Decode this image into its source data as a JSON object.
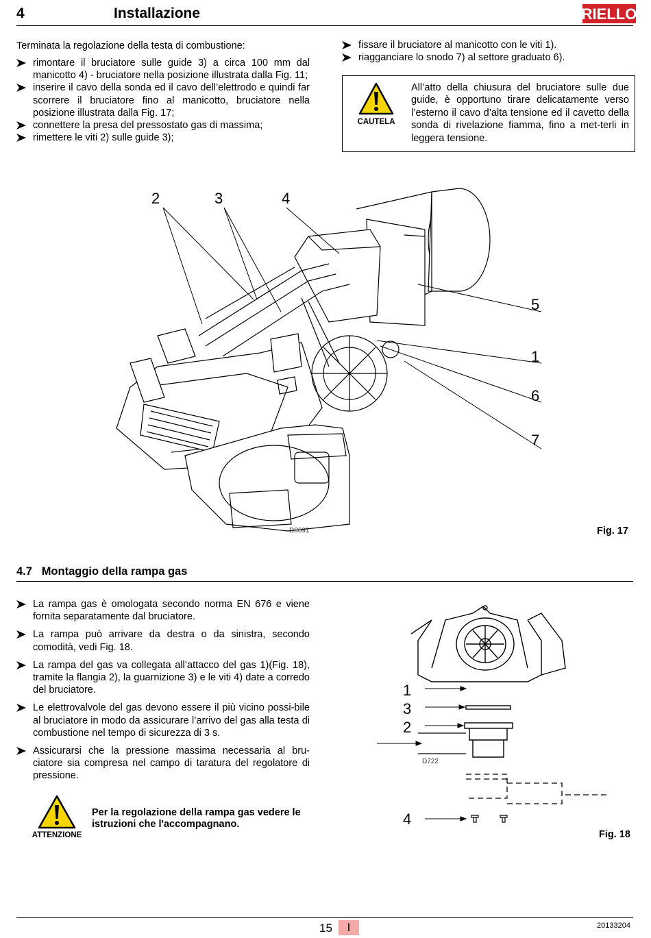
{
  "header": {
    "section_number": "4",
    "section_title": "Installazione",
    "brand_logo_text": "RIELLO"
  },
  "col_left": {
    "intro": "Terminata la regolazione della testa di combustione:",
    "bullets": [
      "rimontare il bruciatore sulle guide 3) a circa 100 mm dal manicotto 4) - bruciatore nella posizione illustrata dalla Fig. 11;",
      "inserire il cavo della sonda ed il cavo dell’elettrodo e quindi far scorrere il bruciatore fino al manicotto, bruciatore nella posizione illustrata dalla Fig. 17;",
      "connettere la presa del pressostato gas di massima;",
      "rimettere le viti 2) sulle guide 3);"
    ]
  },
  "col_right": {
    "bullets": [
      "fissare il bruciatore al manicotto con le viti 1).",
      "riagganciare lo snodo 7) al settore graduato 6)."
    ],
    "caution": {
      "label": "CAUTELA",
      "text": "All’atto della chiusura del bruciatore sulle due guide, è opportuno tirare delicatamente verso l’esterno il cavo d’alta tensione ed il cavetto della sonda di rivelazione fiamma, fino a met-terli in leggera tensione."
    }
  },
  "figure17": {
    "callouts": {
      "c2": "2",
      "c3": "3",
      "c4": "4",
      "c5": "5",
      "c1": "1",
      "c6": "6",
      "c7": "7"
    },
    "drawing_code": "D8691",
    "label": "Fig. 17"
  },
  "section47": {
    "title": "4.7   Montaggio della rampa gas",
    "bullets": [
      "La rampa gas è omologata secondo norma EN 676 e viene fornita separatamente dal bruciatore.",
      "La rampa può arrivare da destra o da sinistra, secondo comodità, vedi Fig. 18.",
      "La rampa del gas va collegata all’attacco del gas 1)(Fig. 18), tramite la flangia 2), la guarnizione 3) e le viti 4) date a corredo del bruciatore.",
      "Le elettrovalvole del gas devono essere il più vicino possi-bile al bruciatore in modo da assicurare l’arrivo del gas alla testa di combustione nel tempo di sicurezza di 3 s.",
      "Assicurarsi che la pressione massima necessaria al bru-ciatore sia compresa nel campo di taratura del regolatore di pressione."
    ],
    "warning": {
      "label": "ATTENZIONE",
      "text": "Per la regolazione della rampa gas vedere le istruzioni che l'accompagnano."
    }
  },
  "figure18": {
    "callouts": {
      "c1": "1",
      "c3": "3",
      "c2": "2",
      "c4": "4"
    },
    "drawing_code": "D722",
    "label": "Fig. 18"
  },
  "footer": {
    "page_number": "15",
    "language": "I",
    "doc_code": "20133204"
  },
  "colors": {
    "brand_red": "#d2232a",
    "warning_yellow": "#f5d400",
    "language_badge": "#f4a9a9"
  }
}
